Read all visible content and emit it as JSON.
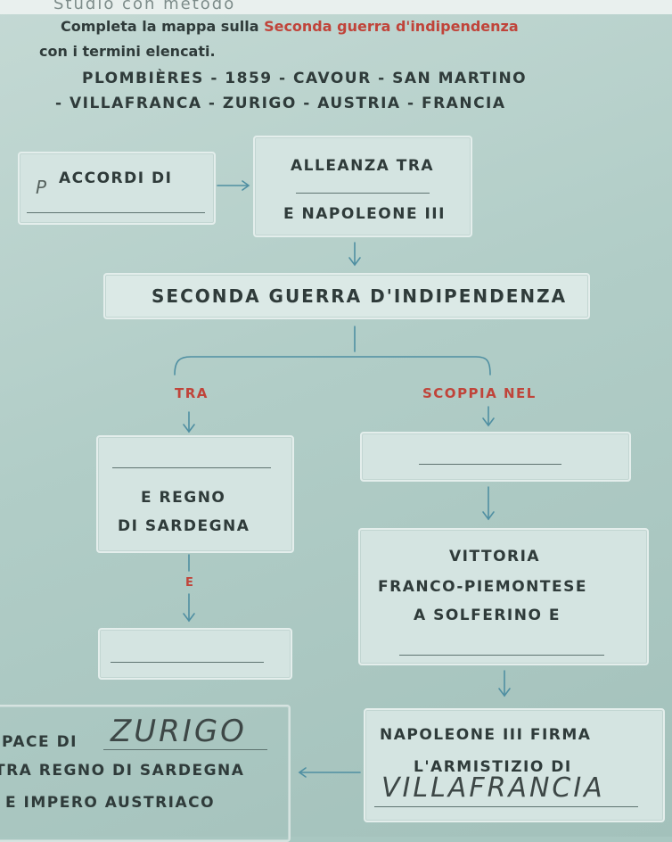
{
  "header": {
    "cut_heading": "Studio con metodo"
  },
  "instruction": {
    "line1_prefix": "Completa la mappa sulla ",
    "line1_highlight": "Seconda guerra d'indipendenza",
    "line2": "con i termini elencati."
  },
  "word_bank": {
    "line1": "PLOMBIÈRES - 1859 - CAVOUR - SAN MARTINO",
    "line2": "- VILLAFRANCA - ZURIGO - AUSTRIA - FRANCIA"
  },
  "map": {
    "title": "SECONDA GUERRA D'INDIPENDENZA",
    "accordi": {
      "label": "ACCORDI DI",
      "answer": "P"
    },
    "alleanza": {
      "label1": "ALLEANZA TRA",
      "label2": "E NAPOLEONE III"
    },
    "tra_label": "TRA",
    "scoppia_label": "SCOPPIA NEL",
    "regno": {
      "label1": "E REGNO",
      "label2": "DI SARDEGNA"
    },
    "e_label": "E",
    "vittoria": {
      "line1": "VITTORIA",
      "line2": "FRANCO-PIEMONTESE",
      "line3": "A SOLFERINO E"
    },
    "pace": {
      "line1": "PACE DI",
      "answer": "ZURIGO",
      "line2": "TRA REGNO DI SARDEGNA",
      "line3": "E IMPERO AUSTRIACO"
    },
    "armistizio": {
      "line1": "NAPOLEONE III FIRMA",
      "line2": "L'ARMISTIZIO DI",
      "answer": "VILLAFRANCIA"
    }
  }
}
